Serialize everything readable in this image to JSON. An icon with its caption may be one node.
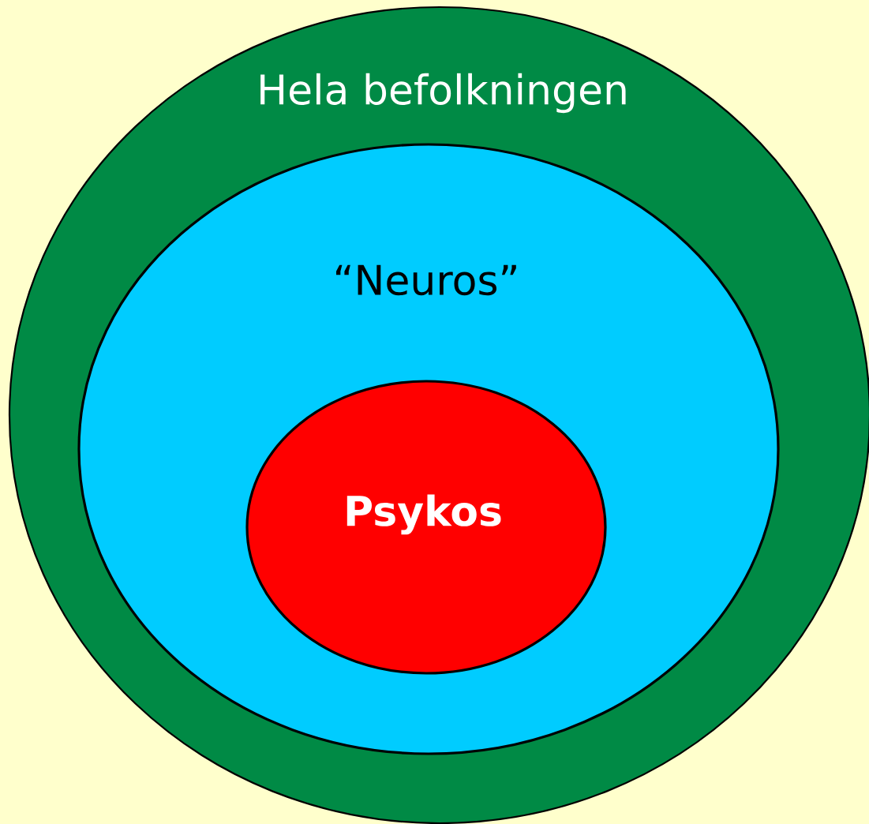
{
  "diagram": {
    "nodes": [
      {
        "text": [
          "Hela befolkningen"
        ]
      },
      {
        "text": [
          "“Neuros”"
        ],
        "in": 0
      },
      {
        "text": [
          "Psykos"
        ],
        "in": 1
      }
    ]
  }
}
